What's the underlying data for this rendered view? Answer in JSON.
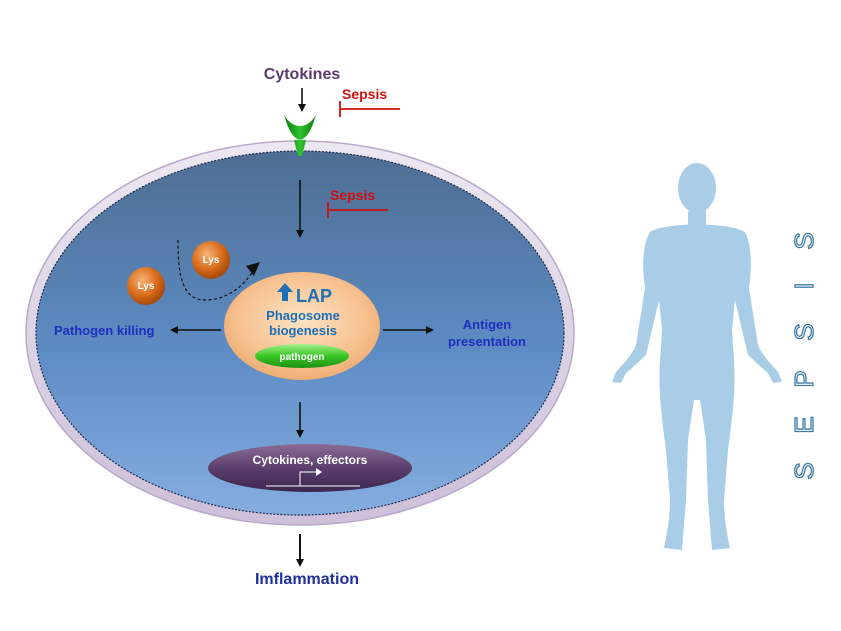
{
  "top_label": "Cytokines",
  "sepsis_outer": "Sepsis",
  "sepsis_inner": "Sepsis",
  "lys_1": "Lys",
  "lys_2": "Lys",
  "lap_label": "LAP",
  "phagosome_line1": "Phagosome",
  "phagosome_line2": "biogenesis",
  "pathogen_label": "pathogen",
  "left_output": "Pathogen killing",
  "right_output_line1": "Antigen",
  "right_output_line2": "presentation",
  "nucleus_label": "Cytokines, effectors",
  "bottom_label": "Imflammation",
  "side_letters": [
    "S",
    "E",
    "P",
    "S",
    "I",
    "S"
  ],
  "colors": {
    "top_label": "#5b3a6e",
    "sepsis": "#d01010",
    "outputs": "#1f2fbf",
    "bottom_label": "#1f2f9f",
    "lap": "#1e6fb5",
    "receptor": "#1a9a1a",
    "human": "#a9cde6",
    "side_text_stroke": "#3f7ca6"
  }
}
